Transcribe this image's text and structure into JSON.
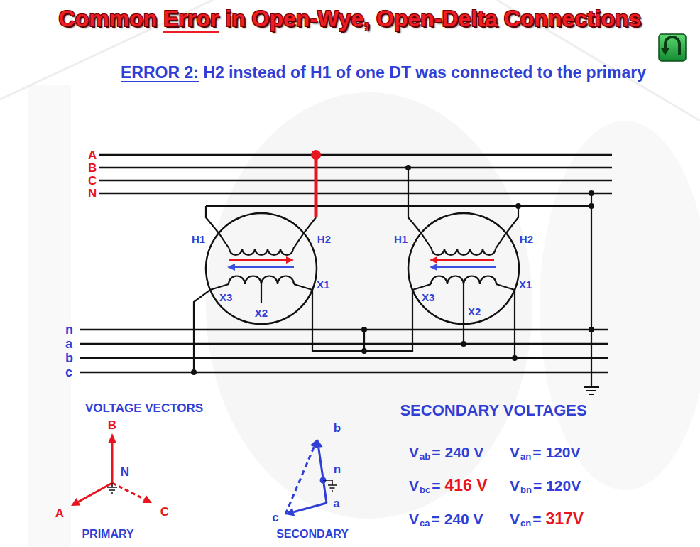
{
  "diagram": {
    "title": "Common Error in Open-Wye, Open-Delta Connections",
    "nodes": [
      {
        "text": [
          "H1",
          "H2",
          "X3",
          "X1",
          "X2"
        ]
      },
      {
        "text": [
          "H1",
          "H2",
          "X3",
          "X1",
          "X2"
        ]
      }
    ],
    "edges": [
      {
        "from": 0,
        "to": 1,
        "arrow": "none"
      }
    ],
    "labels": [
      "ERROR 2: H2 instead of H1 of one DT was connected to the primary",
      "A",
      "B",
      "C",
      "N",
      "n",
      "a",
      "b",
      "c",
      "VOLTAGE VECTORS",
      "SECONDARY VOLTAGES",
      "B",
      "N",
      "A",
      "C",
      "PRIMARY",
      "b",
      "n",
      "a",
      "c",
      "SECONDARY",
      "V",
      "ab",
      "=",
      "240 V",
      "V",
      "an",
      "=",
      "120V",
      "V",
      "bc",
      "=",
      "416 V",
      "V",
      "bn",
      "=",
      "120V",
      "V",
      "ca",
      "=",
      "240 V",
      "V",
      "cn",
      "=",
      "317V"
    ]
  }
}
